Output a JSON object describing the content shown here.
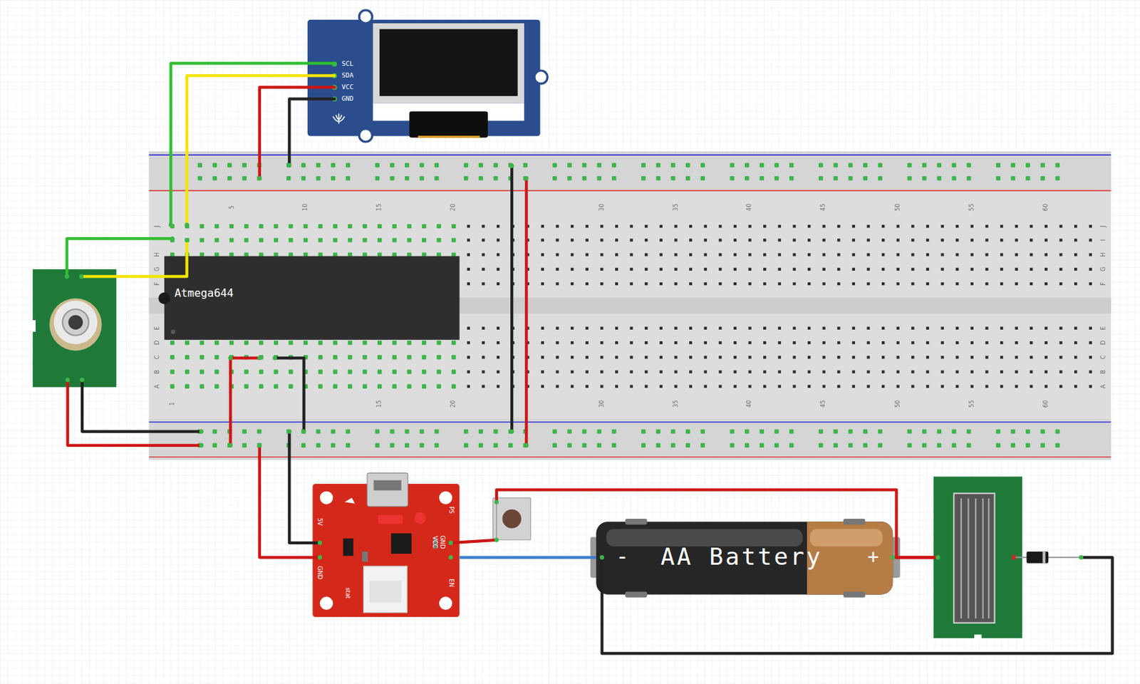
{
  "diagram": {
    "nodes": [
      {
        "text": [
          "SCL",
          "SDA",
          "VCC",
          "GND"
        ]
      },
      {
        "text": [
          "Atmega644"
        ]
      },
      {
        "text": [
          "5V",
          "GND",
          "PS",
          "VCC",
          "GND",
          "EN",
          "stat"
        ]
      },
      {
        "text": [
          "-",
          "AA Battery",
          "+"
        ]
      }
    ],
    "edges": [
      {
        "from": 2,
        "to": 3,
        "arrow": "none"
      }
    ],
    "labels": [
      "5",
      "10",
      "15",
      "20",
      "30",
      "35",
      "40",
      "45",
      "50",
      "55",
      "60",
      "1",
      "15",
      "20",
      "30",
      "35",
      "40",
      "45",
      "50",
      "55",
      "60",
      "J",
      "H",
      "G",
      "F",
      "E",
      "D",
      "C",
      "B",
      "A",
      "J",
      "I",
      "H",
      "G",
      "F",
      "E",
      "D",
      "C",
      "B",
      "A"
    ]
  }
}
